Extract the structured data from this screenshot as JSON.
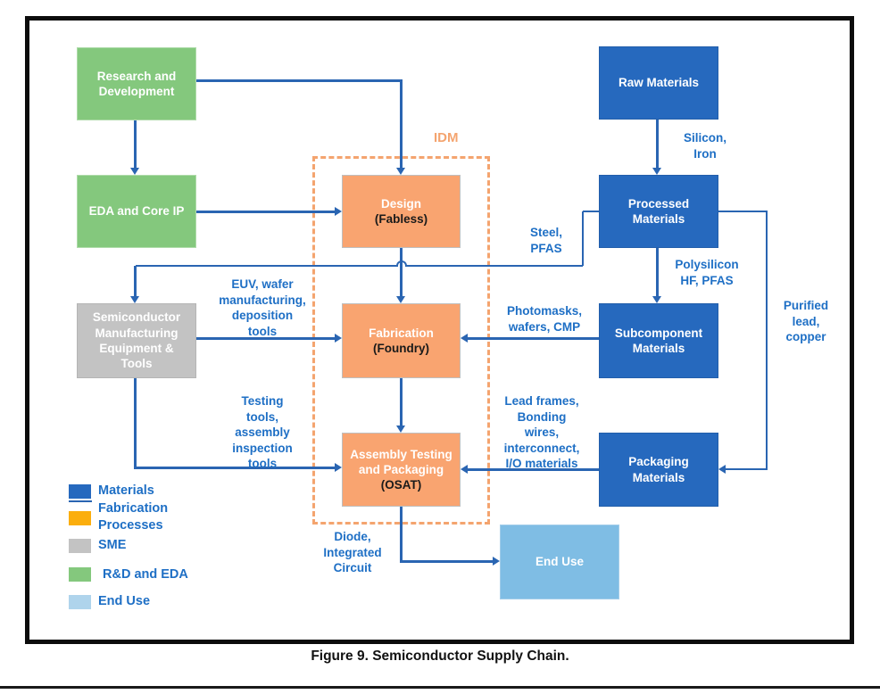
{
  "figure_caption": "Figure 9. Semiconductor Supply Chain.",
  "colors": {
    "materials-blue": "#2669BE",
    "process-orange": "#F9A470",
    "sme-gray": "#C3C3C3",
    "rnd-green": "#84C87D",
    "enduse-blue": "#7FBDE4",
    "legend-enduse-blue": "#AFD4EC",
    "legend-gold": "#FBAE0D",
    "line-blue": "#2A65B2",
    "label-blue": "#1E6FC5",
    "idm-orange": "#F4A46F"
  },
  "boxes": {
    "rnd": {
      "label": "Research and\nDevelopment"
    },
    "eda": {
      "label": "EDA and Core IP"
    },
    "sme": {
      "label": "Semiconductor\nManufacturing\nEquipment &\nTools"
    },
    "design": {
      "label": "Design",
      "sublabel": "(Fabless)"
    },
    "fabrication": {
      "label": "Fabrication",
      "sublabel": "(Foundry)"
    },
    "osat": {
      "label": "Assembly Testing\nand Packaging",
      "sublabel": "(OSAT)"
    },
    "raw": {
      "label": "Raw Materials"
    },
    "processed": {
      "label": "Processed\nMaterials"
    },
    "subcomponent": {
      "label": "Subcomponent\nMaterials"
    },
    "packaging": {
      "label": "Packaging\nMaterials"
    },
    "enduse": {
      "label": "End Use"
    }
  },
  "idm": {
    "label": "IDM"
  },
  "edge_labels": {
    "silicon": "Silicon,\nIron",
    "steel": "Steel,\nPFAS",
    "polysilicon": "Polysilicon\nHF, PFAS",
    "purified": "Purified\nlead,\ncopper",
    "photomasks": "Photomasks,\nwafers, CMP",
    "euv": "EUV, wafer\nmanufacturing,\ndeposition\ntools",
    "testing": "Testing\ntools,\nassembly\ninspection\ntools",
    "leadframes": "Lead frames,\nBonding\nwires,\ninterconnect,\nI/O materials",
    "diode": "Diode,\nIntegrated\nCircuit"
  },
  "legend": {
    "materials": "Materials",
    "fabrication_processes": "Fabrication\nProcesses",
    "sme": "SME",
    "rnd_eda": "R&D and EDA",
    "end_use": "End Use"
  }
}
